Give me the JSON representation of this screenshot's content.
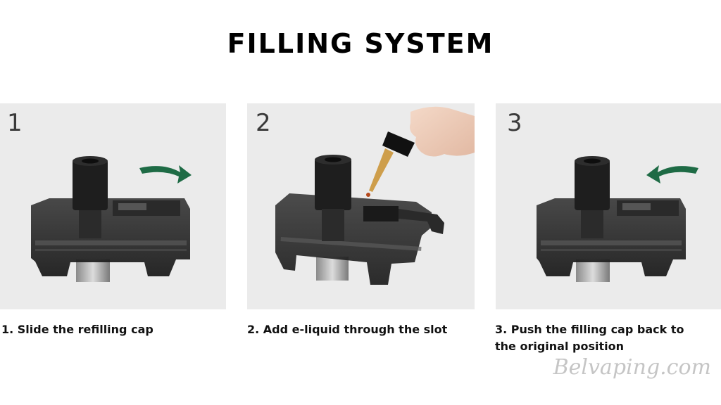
{
  "title": "FILLING SYSTEM",
  "steps": [
    {
      "number": "1",
      "caption": "1. Slide the refilling cap"
    },
    {
      "number": "2",
      "caption": "2. Add e-liquid through the slot"
    },
    {
      "number": "3",
      "caption": "3. Push the filling cap back to the original position"
    }
  ],
  "watermark": "Belvaping.com",
  "colors": {
    "arrow": "#1e6b45",
    "panel": "#ebebeb",
    "pod": "#1c1c1c"
  }
}
